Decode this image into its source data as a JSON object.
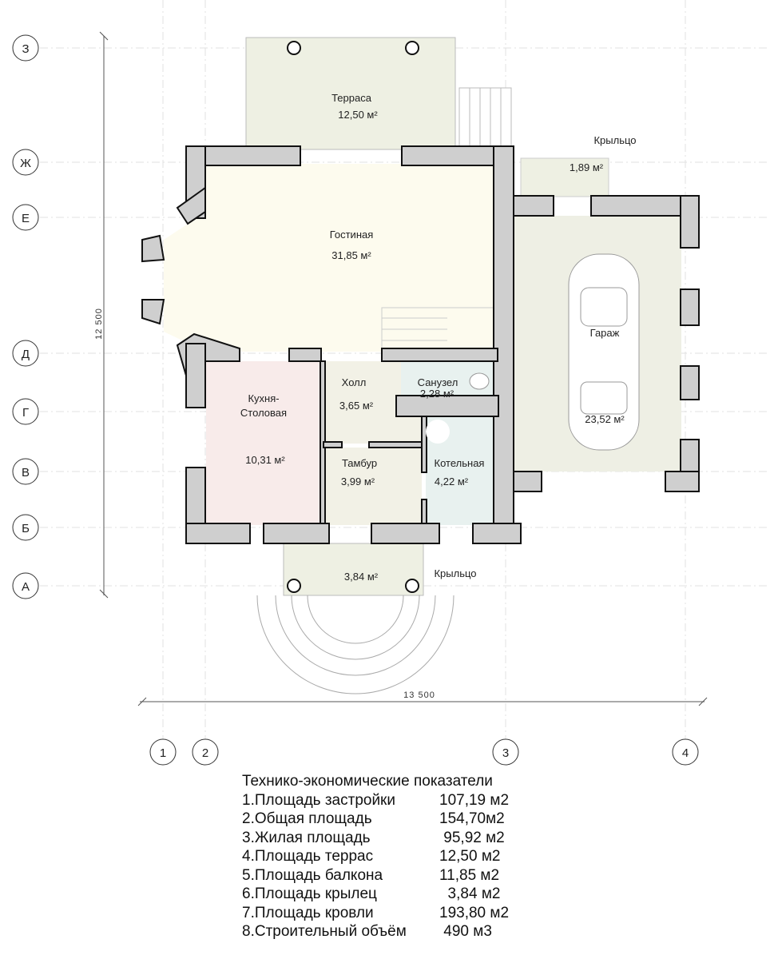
{
  "axes": {
    "rows": [
      "З",
      "Ж",
      "Е",
      "Д",
      "Г",
      "В",
      "Б",
      "А"
    ],
    "cols": [
      "1",
      "2",
      "3",
      "4"
    ]
  },
  "dimensions": {
    "vertical": "12 500",
    "horizontal": "13 500"
  },
  "rooms": {
    "terrace": {
      "name": "Терраса",
      "area": "12,50 м²"
    },
    "porch_top": {
      "name": "Крыльцо",
      "area": "1,89 м²"
    },
    "living": {
      "name": "Гостиная",
      "area": "31,85 м²"
    },
    "garage": {
      "name": "Гараж",
      "area": "23,52 м²"
    },
    "kitchen": {
      "name1": "Кухня-",
      "name2": "Столовая",
      "area": "10,31 м²"
    },
    "hall": {
      "name": "Холл",
      "area": "3,65 м²"
    },
    "bathroom": {
      "name": "Санузел",
      "area": "2,28 м²"
    },
    "vestibule": {
      "name": "Тамбур",
      "area": "3,99 м²"
    },
    "boiler": {
      "name": "Котельная",
      "area": "4,22 м²"
    },
    "porch_bottom": {
      "name": "Крыльцо",
      "area": "3,84 м²"
    }
  },
  "indicators": {
    "title": "Технико-экономические показатели",
    "items": [
      {
        "name": "1.Площадь застройки",
        "value": "107,19 м2"
      },
      {
        "name": "2.Общая площадь",
        "value": "154,70м2"
      },
      {
        "name": "3.Жилая площадь",
        "value": " 95,92 м2"
      },
      {
        "name": "4.Площадь террас",
        "value": "12,50 м2"
      },
      {
        "name": "5.Площадь балкона",
        "value": "11,85 м2"
      },
      {
        "name": "6.Площадь крылец",
        "value": "  3,84 м2"
      },
      {
        "name": "7.Площадь кровли",
        "value": "193,80 м2"
      },
      {
        "name": "8.Строительный объём",
        "value": " 490 м3"
      }
    ]
  }
}
